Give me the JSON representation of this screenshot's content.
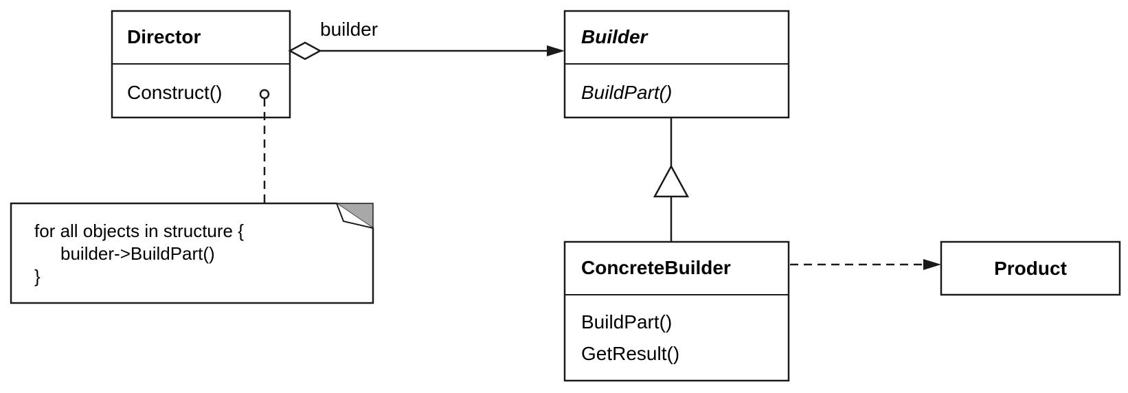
{
  "director": {
    "name": "Director",
    "operation": "Construct()"
  },
  "builder": {
    "name": "Builder",
    "operation": "BuildPart()"
  },
  "concrete_builder": {
    "name": "ConcreteBuilder",
    "operations": [
      "BuildPart()",
      "GetResult()"
    ]
  },
  "product": {
    "name": "Product"
  },
  "association_label": "builder",
  "note": {
    "lines": [
      "for all objects in structure {",
      "builder->BuildPart()",
      "}"
    ]
  }
}
